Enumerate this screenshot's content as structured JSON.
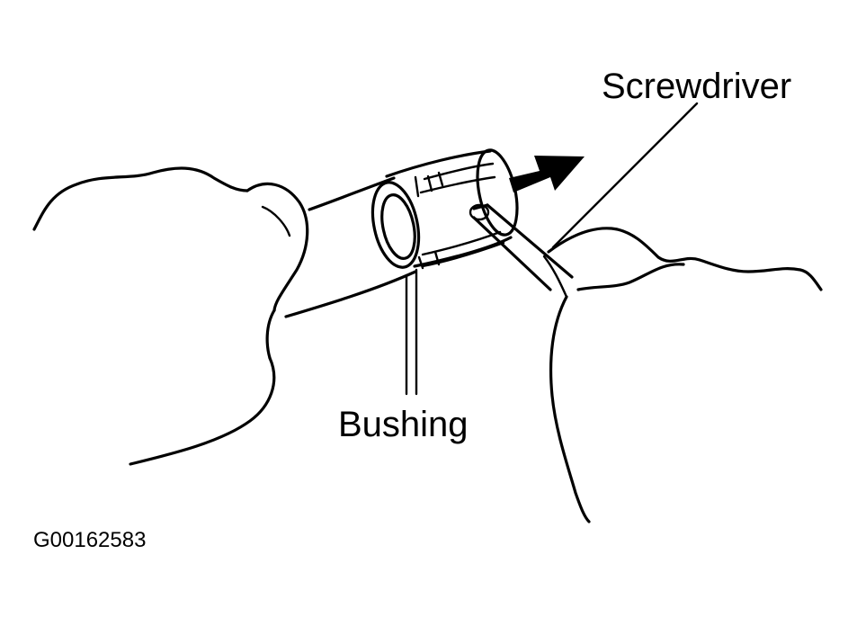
{
  "labels": {
    "screwdriver": "Screwdriver",
    "bushing": "Bushing"
  },
  "figure_code": "G00162583"
}
